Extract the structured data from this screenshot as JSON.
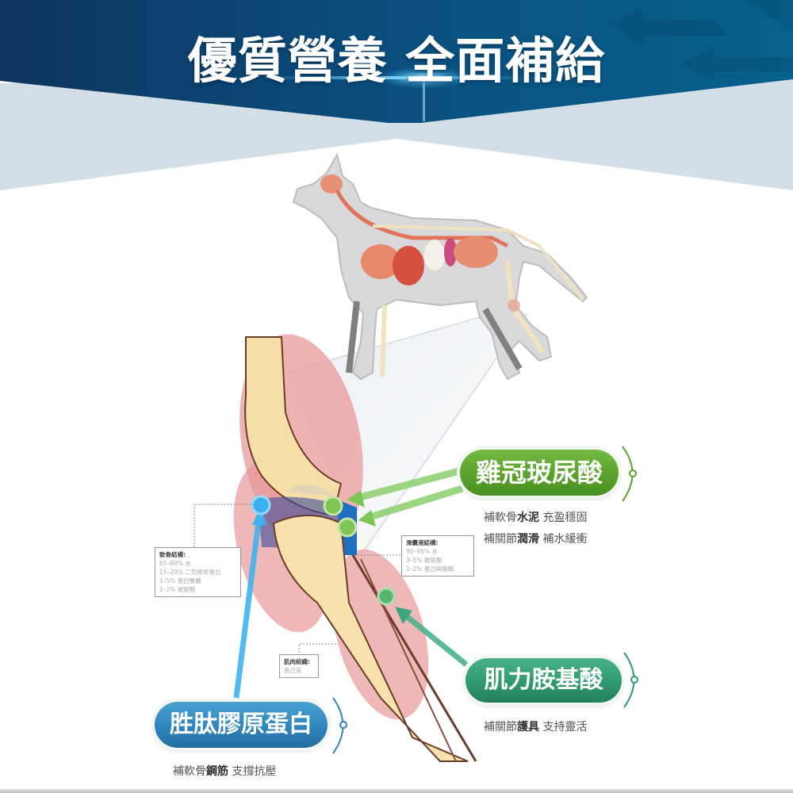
{
  "header": {
    "title": "優質營養 全面補給",
    "colors": {
      "banner_dark": "#0d3b66",
      "banner_mid": "#0b5f8a",
      "band_light": "#d3dfe6"
    }
  },
  "illustration": {
    "dog": "dog-anatomy-illustration",
    "joint": "knee-joint-cross-section"
  },
  "info_boxes": {
    "cartilage": {
      "heading": "軟骨結構:",
      "lines": [
        "65–80% 水",
        "15–20% 二型膠原蛋白",
        "1–5% 蛋白聚醣",
        "1–2% 玻尿酸"
      ]
    },
    "synovial": {
      "heading": "滑囊液結構:",
      "lines": [
        "90–95% 水",
        "3–5% 玻尿酸",
        "1–2% 蛋白與酯類"
      ]
    },
    "muscle": {
      "heading": "肌肉組織:",
      "lines": [
        "蛋白質"
      ]
    }
  },
  "ingredients": [
    {
      "name": "雞冠玻尿酸",
      "color": "#5aa22b",
      "desc": [
        {
          "pre": "補軟骨",
          "bold": "水泥",
          "post": " 充盈穩固"
        },
        {
          "pre": "補關節",
          "bold": "潤滑",
          "post": " 補水緩衝"
        }
      ]
    },
    {
      "name": "肌力胺基酸",
      "color": "#2f9a70",
      "desc": [
        {
          "pre": "補關節",
          "bold": "護具",
          "post": " 支持靈活"
        }
      ]
    },
    {
      "name": "胜肽膠原蛋白",
      "color": "#2f86bd",
      "desc": [
        {
          "pre": "補軟骨",
          "bold": "鋼筋",
          "post": " 支撐抗壓"
        }
      ]
    }
  ]
}
